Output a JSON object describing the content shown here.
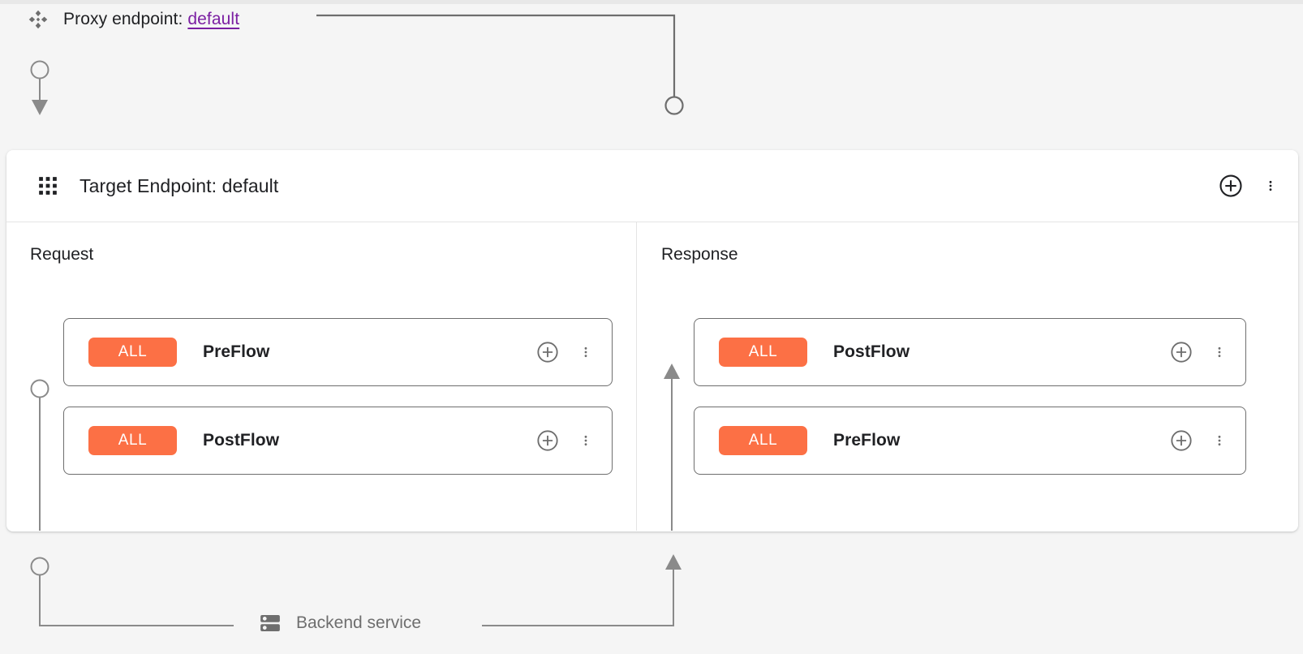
{
  "proxy": {
    "icon": "diamond-cluster-icon",
    "label": "Proxy endpoint:",
    "endpoint_name": "default",
    "link_color": "#7b1fa2"
  },
  "target_card": {
    "icon": "apps-grid-icon",
    "title": "Target Endpoint: default",
    "actions": {
      "add": "add-circle-icon",
      "more": "more-vert-icon"
    },
    "columns": [
      {
        "key": "request",
        "label": "Request",
        "direction": "down",
        "flows": [
          {
            "badge": "ALL",
            "name": "PreFlow"
          },
          {
            "badge": "ALL",
            "name": "PostFlow"
          }
        ]
      },
      {
        "key": "response",
        "label": "Response",
        "direction": "up",
        "flows": [
          {
            "badge": "ALL",
            "name": "PostFlow"
          },
          {
            "badge": "ALL",
            "name": "PreFlow"
          }
        ]
      }
    ]
  },
  "backend": {
    "icon": "server-icon",
    "label": "Backend service"
  },
  "colors": {
    "badge": "#fc7045",
    "connector": "#757575",
    "text": "#202124",
    "muted": "#6e6e6e",
    "canvas": "#f5f5f5"
  }
}
